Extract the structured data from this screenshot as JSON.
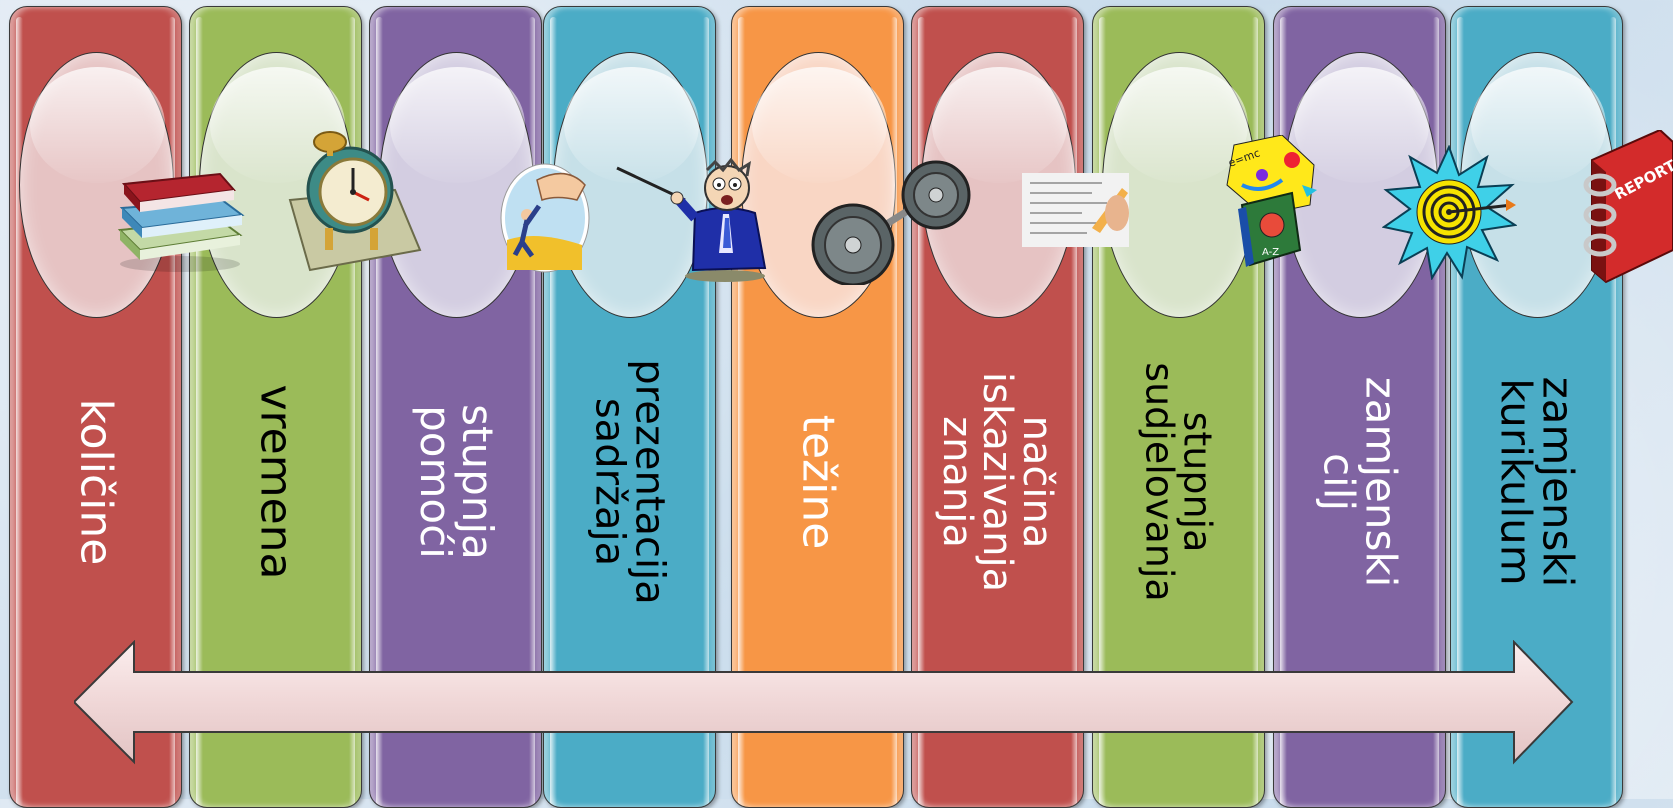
{
  "columns": [
    {
      "label": "količine",
      "color": "#c0504d",
      "oval": "#e6c3c3",
      "text_color": "#ffffff",
      "icon": "books-icon"
    },
    {
      "label": "vremena",
      "color": "#9bbb59",
      "oval": "#d9e4cb",
      "text_color": "#000000",
      "icon": "alarm-clock-icon"
    },
    {
      "label": "stupnja\npomoći",
      "color": "#8064a2",
      "oval": "#d3cde1",
      "text_color": "#ffffff",
      "icon": "helping-hand-icon"
    },
    {
      "label": "prezentacija\nsadržaja",
      "color": "#4bacc6",
      "oval": "#c6e0e8",
      "text_color": "#000000",
      "icon": "teacher-pointer-icon"
    },
    {
      "label": "težine",
      "color": "#f79646",
      "oval": "#f9d6c4",
      "text_color": "#ffffff",
      "icon": "barbell-icon"
    },
    {
      "label": "načina\niskazivanja\nznanja",
      "color": "#c0504d",
      "oval": "#e6c3c3",
      "text_color": "#ffffff",
      "icon": "test-paper-icon"
    },
    {
      "label": "stupnja\nsudjelovanja",
      "color": "#9bbb59",
      "oval": "#d9e4cb",
      "text_color": "#000000",
      "icon": "science-book-icon"
    },
    {
      "label": "zamjenski\ncilj",
      "color": "#8064a2",
      "oval": "#d3cde1",
      "text_color": "#ffffff",
      "icon": "target-icon"
    },
    {
      "label": "zamjenski\nkurikulum",
      "color": "#4bacc6",
      "oval": "#c6e0e8",
      "text_color": "#000000",
      "icon": "report-binder-icon"
    }
  ],
  "report_label": "REPORT",
  "arrow": {
    "fill": "#f0d7d7",
    "stroke": "#3a3a3a",
    "icon": "double-arrow-icon"
  }
}
